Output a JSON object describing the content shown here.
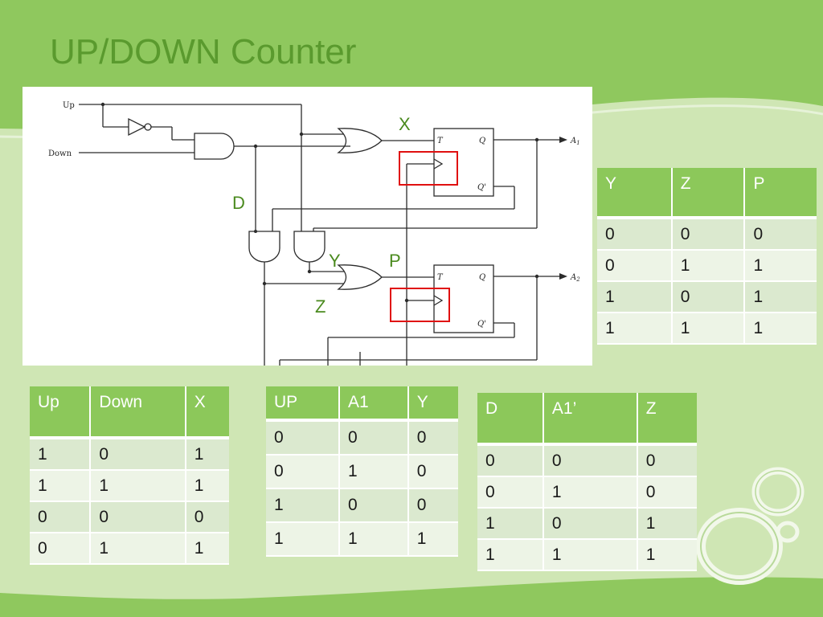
{
  "slide": {
    "title": "UP/DOWN Counter",
    "colors": {
      "background": "#8fc85e",
      "panel": "#cfe6b4",
      "title": "#5a9a2e",
      "header": "#8cc85a",
      "row_dark": "#dbe9cf",
      "row_light": "#edf4e6",
      "highlight_box": "#e01010"
    }
  },
  "diagram": {
    "inputs": {
      "up": "Up",
      "down": "Down"
    },
    "outputs": {
      "a1": "A",
      "a1_sub": "1",
      "a2": "A",
      "a2_sub": "2"
    },
    "flipflop1": {
      "t": "T",
      "q": "Q",
      "qn": "Q'"
    },
    "flipflop2": {
      "t": "T",
      "q": "Q",
      "qn": "Q'"
    },
    "annotations": {
      "x": "X",
      "d": "D",
      "y": "Y",
      "p": "P",
      "z": "Z"
    }
  },
  "tables": {
    "up_down_x": {
      "headers": [
        "Up",
        "Down",
        "X"
      ],
      "rows": [
        [
          "1",
          "0",
          "1"
        ],
        [
          "1",
          "1",
          "1"
        ],
        [
          "0",
          "0",
          "0"
        ],
        [
          "0",
          "1",
          "1"
        ]
      ]
    },
    "up_a1_y": {
      "headers": [
        "UP",
        "A1",
        "Y"
      ],
      "rows": [
        [
          "0",
          "0",
          "0"
        ],
        [
          "0",
          "1",
          "0"
        ],
        [
          "1",
          "0",
          "0"
        ],
        [
          "1",
          "1",
          "1"
        ]
      ]
    },
    "d_a1n_z": {
      "headers": [
        "D",
        "A1’",
        "Z"
      ],
      "rows": [
        [
          "0",
          "0",
          "0"
        ],
        [
          "0",
          "1",
          "0"
        ],
        [
          "1",
          "0",
          "1"
        ],
        [
          "1",
          "1",
          "1"
        ]
      ]
    },
    "y_z_p": {
      "headers": [
        "Y",
        "Z",
        "P"
      ],
      "rows": [
        [
          "0",
          "0",
          "0"
        ],
        [
          "0",
          "1",
          "1"
        ],
        [
          "1",
          "0",
          "1"
        ],
        [
          "1",
          "1",
          "1"
        ]
      ]
    }
  }
}
